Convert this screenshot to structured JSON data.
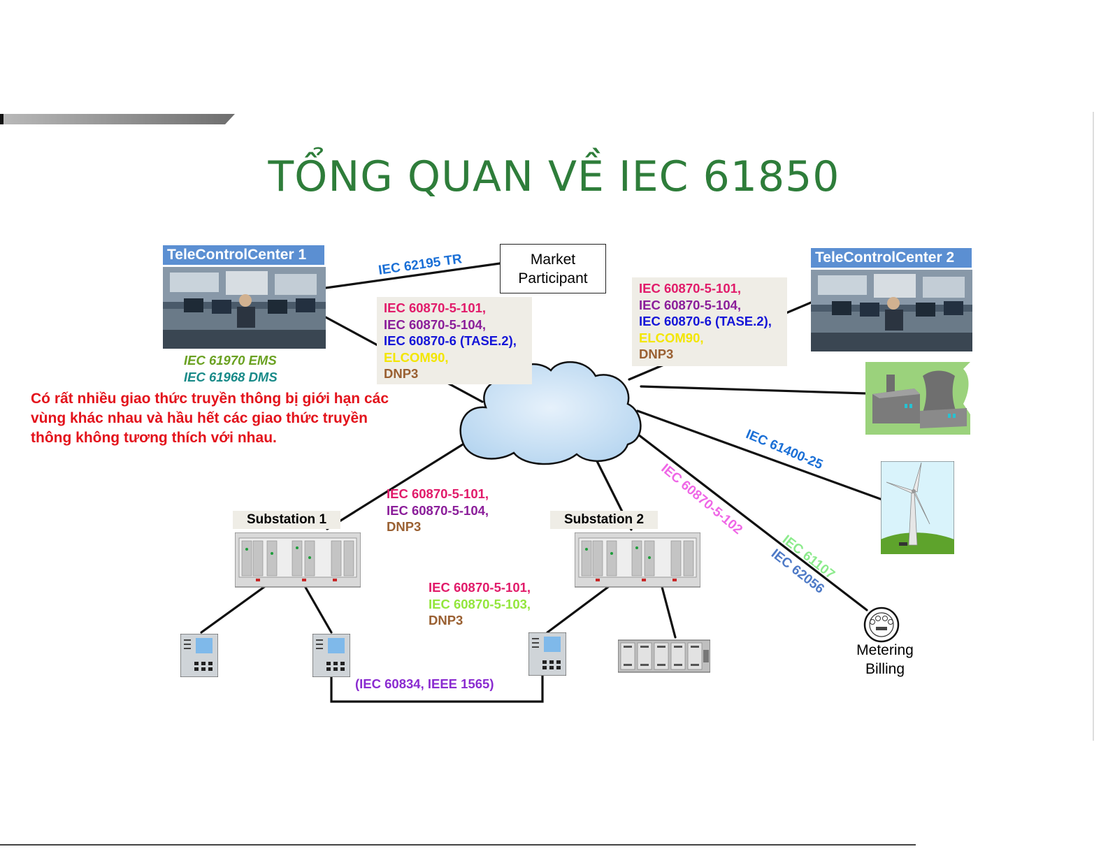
{
  "title": "TỔNG QUAN VỀ IEC 61850",
  "nodes": {
    "tc1": "TeleControlCenter 1",
    "tc2": "TeleControlCenter 2",
    "market": [
      "Market",
      "Participant"
    ],
    "substation1": "Substation 1",
    "substation2": "Substation 2",
    "metering": [
      "Metering",
      "Billing"
    ]
  },
  "protocols": {
    "iec62195": "IEC 62195 TR",
    "box_left": [
      "IEC 60870-5-101,",
      "IEC 60870-5-104,",
      "IEC 60870-6 (TASE.2),",
      "ELCOM90,",
      "DNP3"
    ],
    "box_right": [
      "IEC 60870-5-101,",
      "IEC 60870-5-104,",
      "IEC 60870-6 (TASE.2),",
      "ELCOM90,",
      "DNP3"
    ],
    "tc1_sub": [
      "IEC 61970 EMS",
      "IEC 61968 DMS"
    ],
    "sub1_link": [
      "IEC 60870-5-101,",
      "IEC 60870-5-104,",
      "DNP3"
    ],
    "sub2_link": [
      "IEC 60870-5-101,",
      "IEC 60870-5-103,",
      "DNP3"
    ],
    "iec61400": "IEC 61400-25",
    "iec608705102": "IEC 60870-5-102",
    "iec61107": "IEC 61107",
    "iec62056": "IEC 62056",
    "bottom_link": "(IEC 60834, IEEE 1565)"
  },
  "note": [
    "Có rất nhiều giao thức truyền thông bị giới hạn các",
    "vùng khác nhau và hầu hết các giao thức truyền",
    "thông không tương thích với nhau."
  ],
  "colors": {
    "title": "#2e7d3a",
    "note": "#e3121b",
    "tc_label_bg": "#5b8fd2",
    "protocol_box_bg": "#efede6",
    "iec_101": "#e11b6a",
    "iec_104": "#8b1e9a",
    "tase2": "#1515d8",
    "elcom90": "#f3e600",
    "dnp3": "#9a6032"
  }
}
